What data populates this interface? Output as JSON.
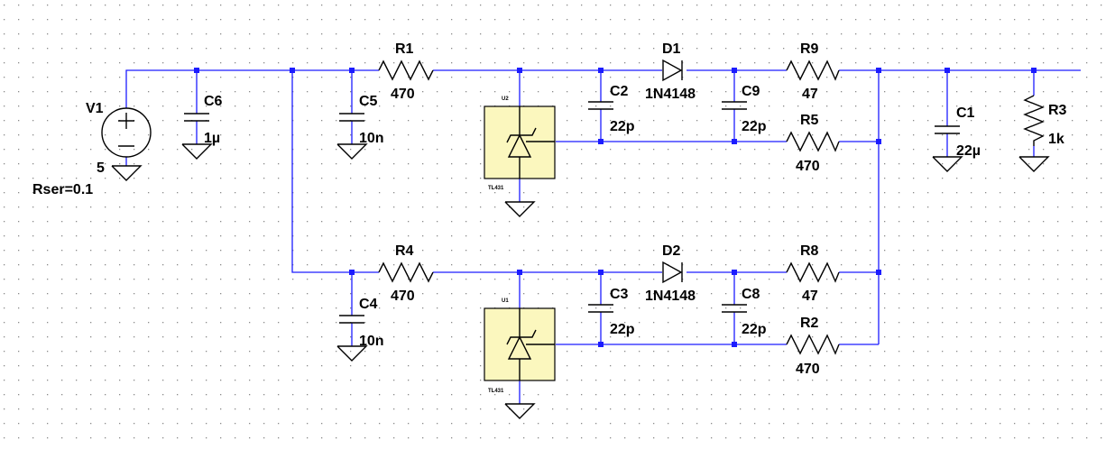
{
  "components": {
    "V1": {
      "ref": "V1",
      "value": "5",
      "extra": "Rser=0.1"
    },
    "C6": {
      "ref": "C6",
      "value": "1µ"
    },
    "C5": {
      "ref": "C5",
      "value": "10n"
    },
    "C4": {
      "ref": "C4",
      "value": "10n"
    },
    "R1": {
      "ref": "R1",
      "value": "470"
    },
    "R4": {
      "ref": "R4",
      "value": "470"
    },
    "U2": {
      "ref": "U2",
      "part": "TL431"
    },
    "U1": {
      "ref": "U1",
      "part": "TL431"
    },
    "C2": {
      "ref": "C2",
      "value": "22p"
    },
    "C3": {
      "ref": "C3",
      "value": "22p"
    },
    "D1": {
      "ref": "D1",
      "value": "1N4148"
    },
    "D2": {
      "ref": "D2",
      "value": "1N4148"
    },
    "C9": {
      "ref": "C9",
      "value": "22p"
    },
    "C8": {
      "ref": "C8",
      "value": "22p"
    },
    "R9": {
      "ref": "R9",
      "value": "47"
    },
    "R8": {
      "ref": "R8",
      "value": "47"
    },
    "R5": {
      "ref": "R5",
      "value": "470"
    },
    "R2": {
      "ref": "R2",
      "value": "470"
    },
    "C1": {
      "ref": "C1",
      "value": "22µ"
    },
    "R3": {
      "ref": "R3",
      "value": "1k"
    }
  },
  "colors": {
    "wire": "#1c1cff",
    "symbol": "#000000",
    "ic_fill": "#fbf7be",
    "grid_dot": "#8a8a8a",
    "background": "#ffffff"
  }
}
